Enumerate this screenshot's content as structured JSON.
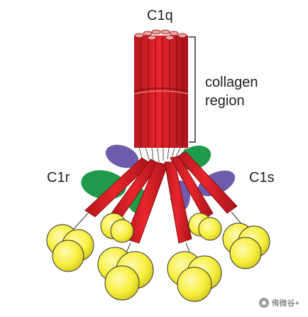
{
  "labels": {
    "c1q": "C1q",
    "c1r": "C1r",
    "c1s": "C1s",
    "region_line1": "collagen",
    "region_line2": "region"
  },
  "watermark": {
    "icon": "wechat-logo-icon",
    "text": "侑微谷+"
  },
  "colors": {
    "collagen_stalk": "#dd1e24",
    "stalk_stripe": "#8e1014",
    "globular_head": "#f7ee3c",
    "c1r_subunit": "#1e9a4a",
    "c1s_subunit": "#6f5bab",
    "bracket": "#333333"
  }
}
